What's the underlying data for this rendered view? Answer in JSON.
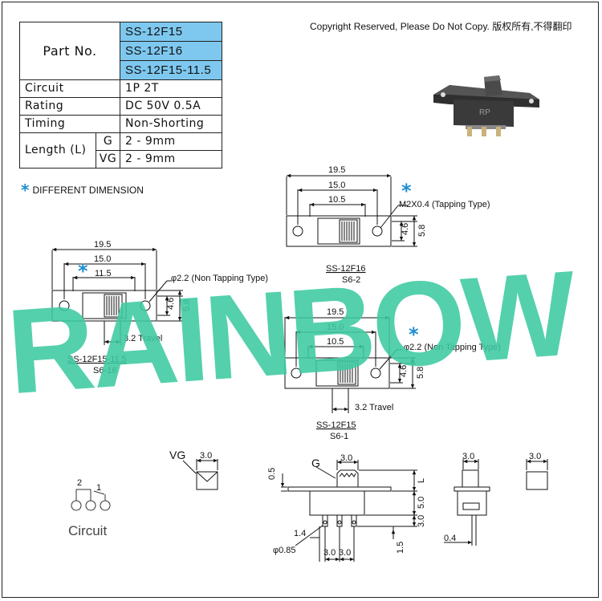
{
  "copyright": "Copyright Reserved, Please Do Not Copy. 版权所有,不得翻印",
  "spec_table": {
    "part_no_label": "Part No.",
    "part_numbers": [
      "SS-12F15",
      "SS-12F16",
      "SS-12F15-11.5"
    ],
    "circuit_label": "Circuit",
    "circuit_value": "1P 2T",
    "rating_label": "Rating",
    "rating_value": "DC 50V 0.5A",
    "timing_label": "Timing",
    "timing_value": "Non-Shorting",
    "length_label": "Length (L)",
    "length_rows": [
      {
        "code": "G",
        "value": "2 - 9mm"
      },
      {
        "code": "VG",
        "value": "2 - 9mm"
      }
    ]
  },
  "legend": {
    "marker": "*",
    "text": "DIFFERENT DIMENSION"
  },
  "watermark": "RAINBOW",
  "product_photo": {
    "logo_text": "RP"
  },
  "drawing_s62": {
    "dims": [
      "19.5",
      "15.0",
      "10.5",
      "4.6",
      "5.8"
    ],
    "hole_note": "M2X0.4 (Tapping Type)",
    "model": "SS-12F16",
    "code": "S6-2"
  },
  "drawing_s616": {
    "dims": [
      "19.5",
      "15.0",
      "11.5",
      "4.6",
      "5.8"
    ],
    "hole_note": "φ2.2 (Non Tapping Type)",
    "travel": "3.2 Travel",
    "model": "SS-12F15-11.5",
    "code": "S6-16"
  },
  "drawing_s61": {
    "dims": [
      "19.5",
      "15.0",
      "10.5",
      "4.6",
      "5.8"
    ],
    "hole_note": "φ2.2 (Non Tapping Type)",
    "travel": "3.2 Travel",
    "model": "SS-12F15",
    "code": "S6-1"
  },
  "circuit_diagram": {
    "pins": [
      "2",
      "1"
    ],
    "caption": "Circuit"
  },
  "vg_view": {
    "label": "VG",
    "dim": "3.0"
  },
  "side_view": {
    "label": "G",
    "dims": [
      "3.0",
      "0.5",
      "L",
      "5.0",
      "3.0",
      "1.5",
      "1.4",
      "φ0.85",
      "3.0",
      "3.0"
    ]
  },
  "end_view": {
    "dims": [
      "3.0",
      "0.4"
    ]
  },
  "g_view": {
    "dim": "3.0"
  }
}
